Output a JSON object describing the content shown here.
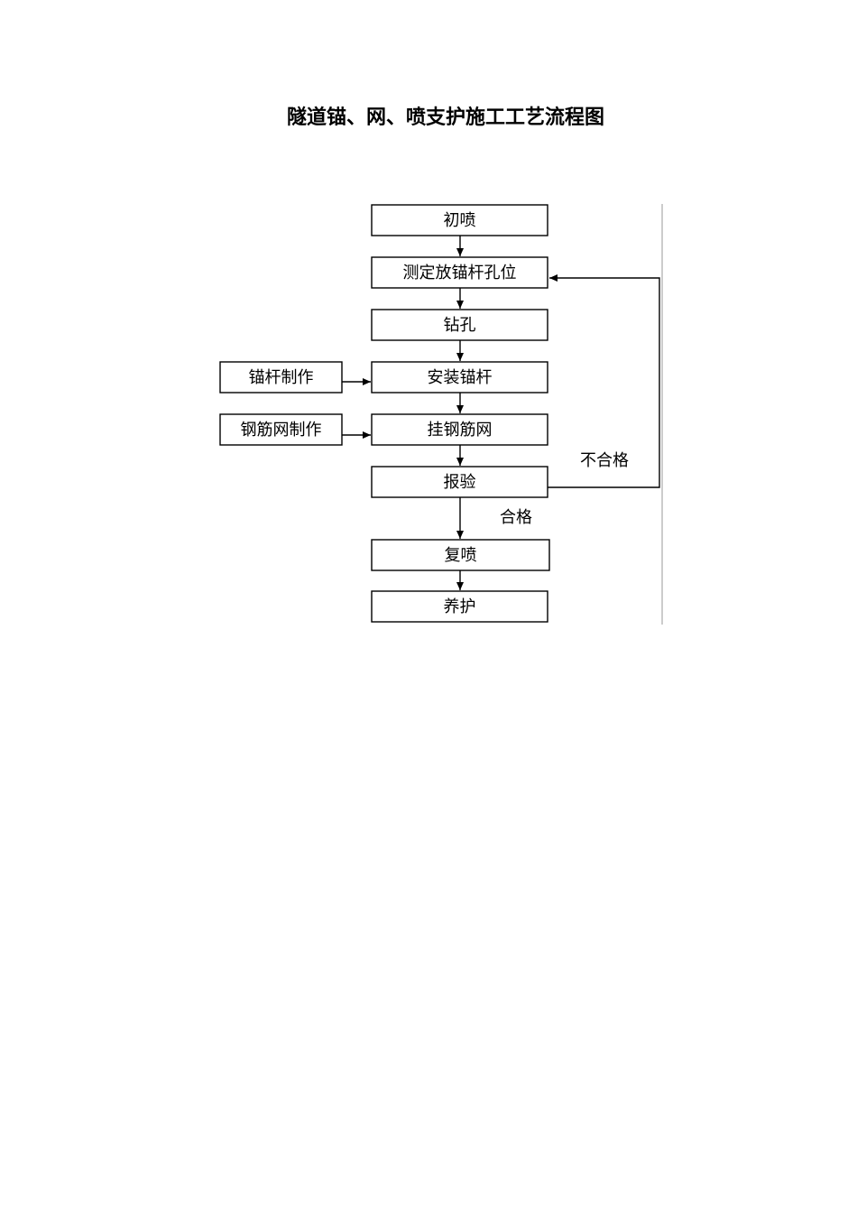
{
  "title": "隧道锚、网、喷支护施工工艺流程图",
  "steps": {
    "initial_spray": "初喷",
    "measure_position": "测定放锚杆孔位",
    "drill": "钻孔",
    "install_bolt": "安装锚杆",
    "hang_mesh": "挂钢筋网",
    "inspection": "报验",
    "re_spray": "复喷",
    "curing": "养护"
  },
  "side_inputs": {
    "bolt_fabrication": "锚杆制作",
    "mesh_fabrication": "钢筋网制作"
  },
  "edge_labels": {
    "fail": "不合格",
    "pass": "合格"
  }
}
